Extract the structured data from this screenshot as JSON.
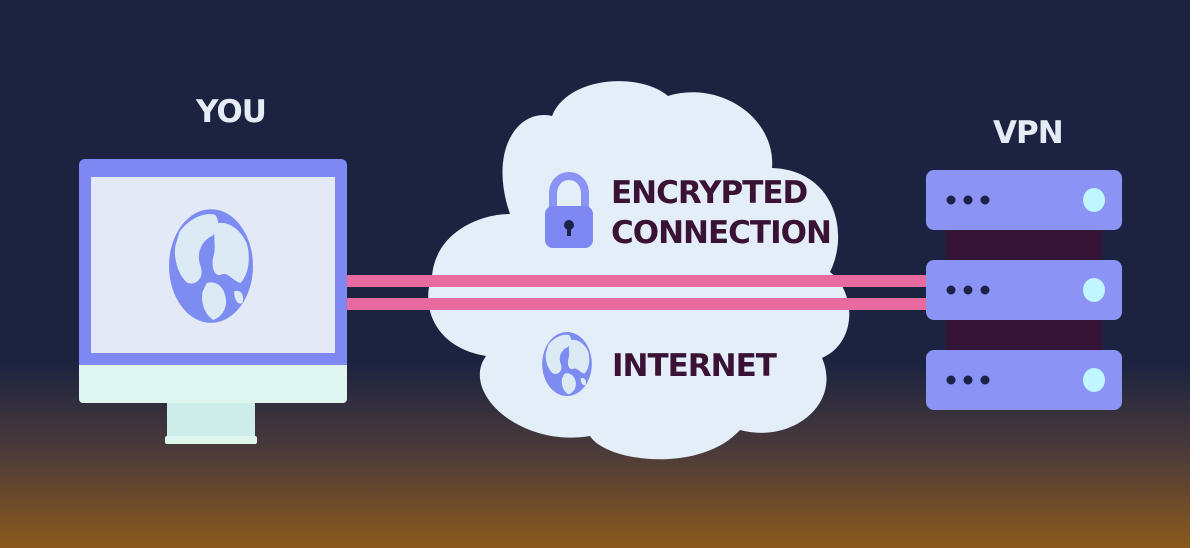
{
  "labels": {
    "you": "YOU",
    "vpn": "VPN",
    "encrypted_line1": "ENCRYPTED",
    "encrypted_line2": "CONNECTION",
    "internet": "INTERNET"
  },
  "icons": [
    "globe-icon",
    "lock-icon"
  ],
  "colors": {
    "background_top": "#1b2340",
    "background_bottom": "#8a5a1c",
    "device_frame": "#7d88f2",
    "screen": "#e3e9f6",
    "cloud": "#e3eef8",
    "tunnel": "#e96a9e",
    "server_unit": "#8b93f4",
    "server_rack": "#341538",
    "label_text": "#3a1236"
  },
  "servers": [
    {
      "lights": 3
    },
    {
      "lights": 3
    },
    {
      "lights": 3
    }
  ]
}
